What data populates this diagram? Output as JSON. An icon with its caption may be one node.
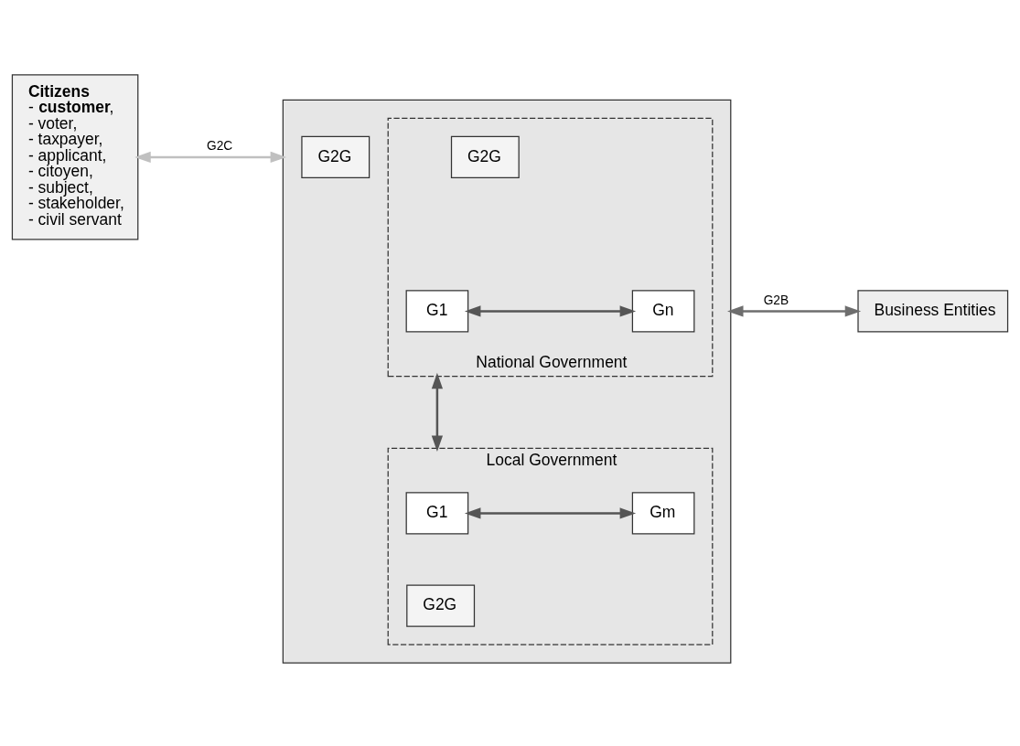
{
  "diagram": {
    "nodes": [
      {
        "text": [
          "Citizens",
          "- **customer**,",
          "- voter,",
          "- taxpayer,",
          "- applicant,",
          "- citoyen,",
          "- subject,",
          "- stakeholder,",
          "- civil servant"
        ]
      },
      {
        "text": [],
        "shape": "box"
      },
      {
        "text": [
          "National Government"
        ],
        "in": 1
      },
      {
        "text": [
          "G2G"
        ],
        "in": 2
      },
      {
        "text": [
          "G1"
        ],
        "in": 2
      },
      {
        "text": [
          "Gn"
        ],
        "in": 2
      },
      {
        "text": [
          "G2G"
        ],
        "in": 1
      },
      {
        "text": [
          "Local Government"
        ],
        "in": 1
      },
      {
        "text": [
          "G1"
        ],
        "in": 7
      },
      {
        "text": [
          "Gm"
        ],
        "in": 7
      },
      {
        "text": [
          "G2G"
        ],
        "in": 7
      },
      {
        "text": [
          "Business Entities"
        ]
      }
    ],
    "edges": [
      {
        "from": 4,
        "to": 5,
        "arrow": "both"
      },
      {
        "from": 2,
        "to": 7,
        "arrow": "both"
      },
      {
        "from": 0,
        "to": 1,
        "arrow": "both",
        "label": "G2C",
        "color": "#c0c0c0"
      },
      {
        "from": 1,
        "to": 11,
        "arrow": "both",
        "label": "G2B",
        "color": "#6e6e6e"
      },
      {
        "from": 8,
        "to": 9,
        "arrow": "both"
      }
    ]
  }
}
